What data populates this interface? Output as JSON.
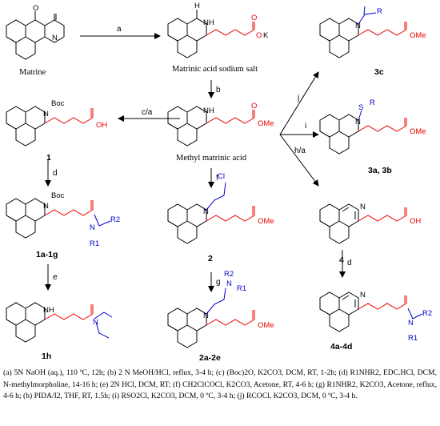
{
  "compounds": {
    "matrine": "Matrine",
    "salt": "Matrinic acid sodium salt",
    "methyl_ester": "Methyl matrinic acid",
    "c1": "1",
    "c1a1g": "1a-1g",
    "c1h": "1h",
    "c2": "2",
    "c2a2e": "2a-2e",
    "c3c": "3c",
    "c3a3b": "3a, 3b",
    "c4": "4",
    "c4a4d": "4a-4d"
  },
  "steps": {
    "a": "a",
    "b": "b",
    "c_a": "c/a",
    "d": "d",
    "e": "e",
    "f": "f",
    "g": "g",
    "h_a": "h/a",
    "i": "i",
    "j": "j",
    "d2": "d"
  },
  "atoms": {
    "nh": "NH",
    "n": "N",
    "o": "O",
    "h": "H",
    "k": "K",
    "oh": "OH",
    "ome": "OMe",
    "boc": "Boc",
    "cl": "Cl",
    "r": "R",
    "r1": "R1",
    "r2": "R2",
    "s": "S"
  },
  "conditions": "(a) 5N NaOH (aq.), 110 ºC, 12h; (b) 2 N MeOH/HCl, reflux, 3-4 h; (c) (Boc)2O, K2CO3, DCM, RT, 1-2h; (d) R1NHR2, EDC.HCl, DCM, N-methylmorpholine, 14-16 h; (e) 2N HCl, DCM, RT; (f) CH2ClCOCl, K2CO3, Acetone, RT, 4-6 h; (g) R1NHR2, K2CO3, Acetone, reflux, 4-6 h; (h) PIDA/I2, THF, RT, 1.5h; (i) RSO2Cl, K2CO3, DCM, 0 ºC, 3-4 h; (j) RCOCl, K2CO3, DCM, 0 ºC, 3-4 h."
}
